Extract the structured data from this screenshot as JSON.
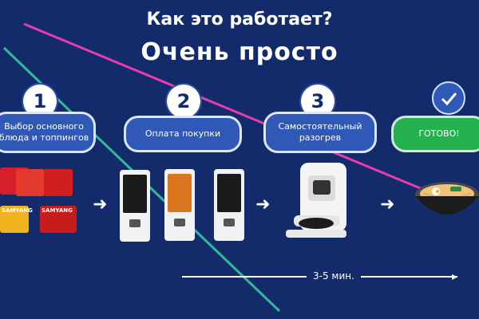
{
  "header": {
    "title": "Как это работает?",
    "subtitle": "Очень просто"
  },
  "steps": [
    {
      "number": "1",
      "label": "Выбор основного блюда и топпингов"
    },
    {
      "number": "2",
      "label": "Оплата покупки"
    },
    {
      "number": "3",
      "label": "Самостоятельный разогрев"
    },
    {
      "label": "ГОТОВО!"
    }
  ],
  "timeline": {
    "label": "3-5 мин."
  },
  "colors": {
    "background": "#132a6b",
    "step_blue": "#2f58b7",
    "ready_green": "#23b24d"
  },
  "products": [
    {
      "label": "SAMYANG"
    },
    {
      "label": "SAMYANG"
    }
  ]
}
